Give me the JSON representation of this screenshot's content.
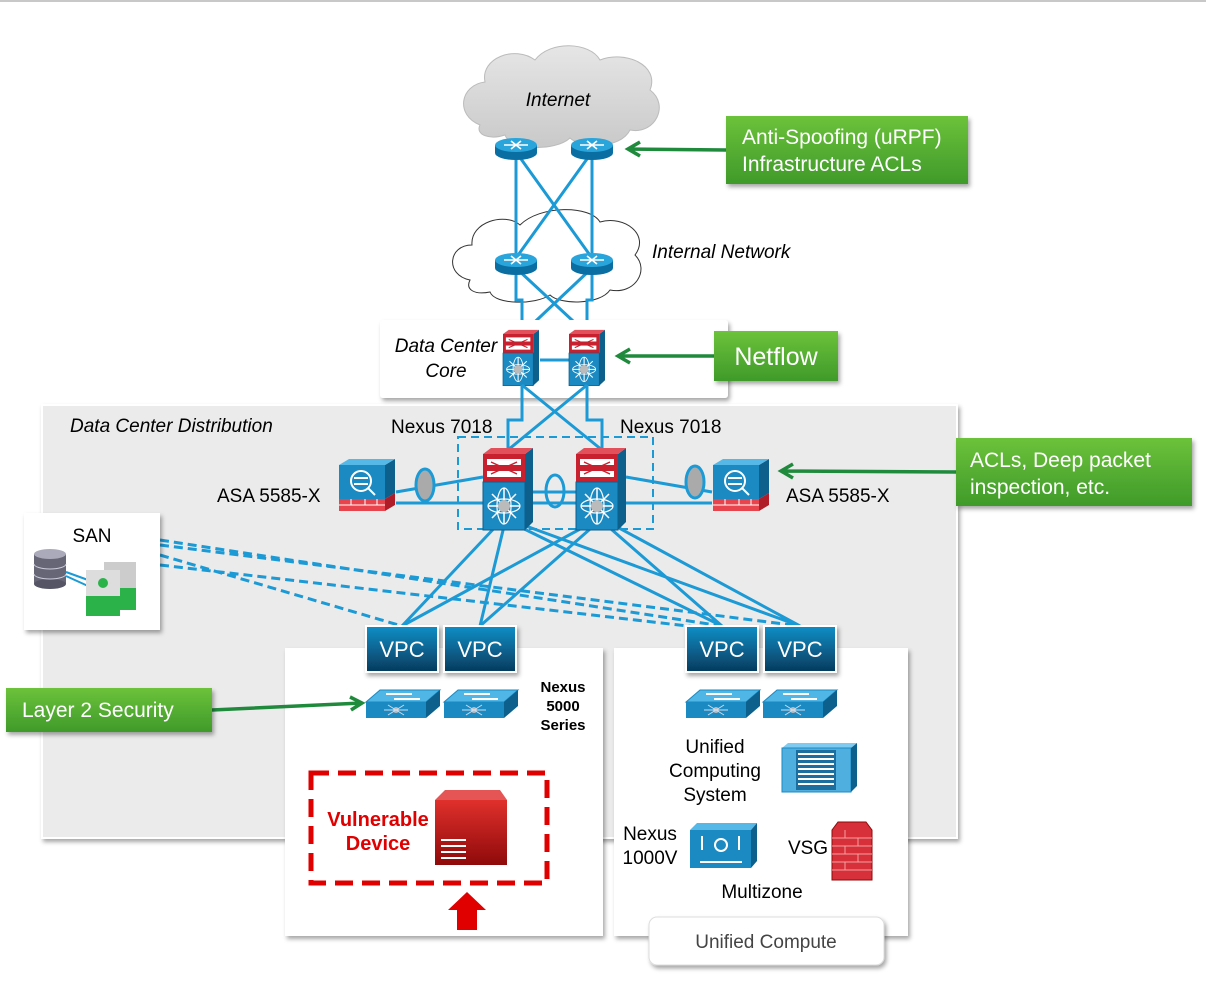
{
  "clouds": {
    "internet": "Internet",
    "internal": "Internal Network"
  },
  "callouts": {
    "anti_spoofing": [
      "Anti-Spoofing (uRPF)",
      "Infrastructure  ACLs"
    ],
    "netflow": "Netflow",
    "acls": [
      "ACLs, Deep packet",
      "inspection, etc."
    ],
    "layer2": "Layer 2 Security"
  },
  "core": {
    "label": [
      "Data Center",
      "Core"
    ]
  },
  "distribution": {
    "label": "Data Center  Distribution",
    "nexus_left": "Nexus  7018",
    "nexus_right": "Nexus  7018",
    "asa_left": "ASA 5585-X",
    "asa_right": "ASA 5585-X"
  },
  "san": {
    "label": "SAN"
  },
  "vpc": [
    "VPC",
    "VPC",
    "VPC",
    "VPC"
  ],
  "access": {
    "nexus5000": [
      "Nexus",
      "5000",
      "Series"
    ],
    "vulnerable": [
      "Vulnerable",
      "Device"
    ]
  },
  "compute": {
    "ucs": [
      "Unified",
      "Computing",
      "System"
    ],
    "nexus1000v": [
      "Nexus",
      "1000V"
    ],
    "vsg": "VSG",
    "multizone": "Multizone",
    "tab": "Unified  Compute"
  },
  "colors": {
    "link": "#1b9ad6",
    "callout": "#5aae32",
    "alert": "#e00000",
    "cisco_red": "#c8202f"
  }
}
